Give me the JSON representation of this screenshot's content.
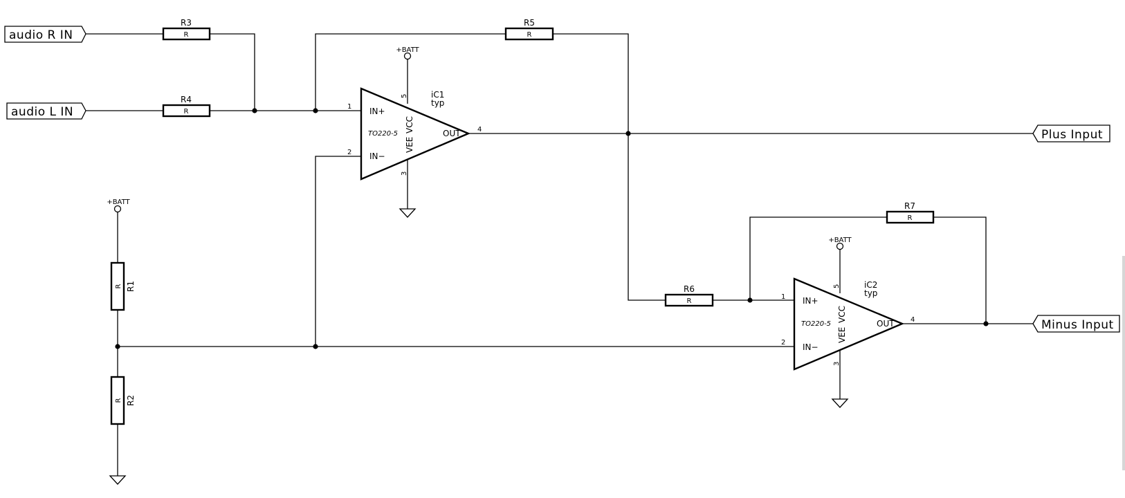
{
  "ports": {
    "audio_r_in": "audio R IN",
    "audio_l_in": "audio L IN",
    "plus_input": "Plus Input",
    "minus_input": "Minus Input"
  },
  "resistors": {
    "r1": {
      "ref": "R1",
      "value": "R"
    },
    "r2": {
      "ref": "R2",
      "value": "R"
    },
    "r3": {
      "ref": "R3",
      "value": "R"
    },
    "r4": {
      "ref": "R4",
      "value": "R"
    },
    "r5": {
      "ref": "R5",
      "value": "R"
    },
    "r6": {
      "ref": "R6",
      "value": "R"
    },
    "r7": {
      "ref": "R7",
      "value": "R"
    }
  },
  "ic1": {
    "ref": "iC1",
    "value": "typ",
    "package": "TO220-5",
    "pin_in_plus": "IN+",
    "pin_in_minus": "IN−",
    "pin_out": "OUT",
    "pin_vcc": "VCC",
    "pin_vee": "VEE",
    "num_in_plus": "1",
    "num_in_minus": "2",
    "num_vee": "3",
    "num_out": "4",
    "num_vcc": "5"
  },
  "ic2": {
    "ref": "iC2",
    "value": "typ",
    "package": "TO220-5",
    "pin_in_plus": "IN+",
    "pin_in_minus": "IN−",
    "pin_out": "OUT",
    "pin_vcc": "VCC",
    "pin_vee": "VEE",
    "num_in_plus": "1",
    "num_in_minus": "2",
    "num_vee": "3",
    "num_out": "4",
    "num_vcc": "5"
  },
  "power": {
    "batt_label": "+BATT"
  }
}
